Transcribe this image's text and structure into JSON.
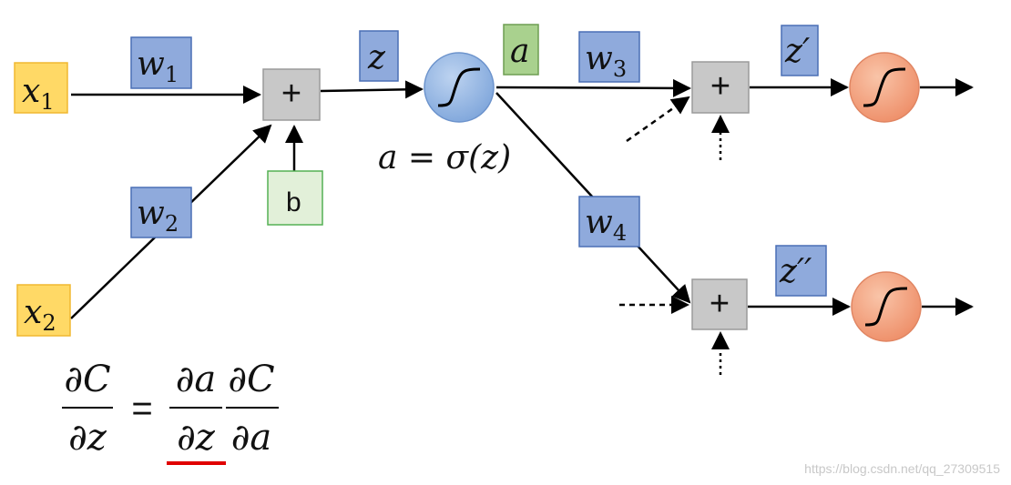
{
  "nodes": {
    "x1": {
      "label": "x",
      "sub": "1"
    },
    "x2": {
      "label": "x",
      "sub": "2"
    },
    "w1": {
      "label": "w",
      "sub": "1"
    },
    "w2": {
      "label": "w",
      "sub": "2"
    },
    "w3": {
      "label": "w",
      "sub": "3"
    },
    "w4": {
      "label": "w",
      "sub": "4"
    },
    "z": {
      "label": "z"
    },
    "a": {
      "label": "a"
    },
    "b": {
      "label": "b"
    },
    "zprime": {
      "label": "z′"
    },
    "zdouble": {
      "label": "z′′"
    },
    "sum_symbol": "+"
  },
  "equations": {
    "activation": "a = σ(z)",
    "chain_lhs_num": "∂C",
    "chain_lhs_den": "∂z",
    "equals": "=",
    "chain_r1_num": "∂a",
    "chain_r1_den": "∂z",
    "chain_r2_num": "∂C",
    "chain_r2_den": "∂a"
  },
  "watermark": "https://blog.csdn.net/qq_27309515",
  "colors": {
    "input_fill": "#FFD966",
    "input_border": "#F0B830",
    "weight_fill": "#8FAADC",
    "weight_border": "#4A6FB5",
    "a_fill": "#A9D18E",
    "a_border": "#6E9E52",
    "bias_fill": "#E2F0D9",
    "bias_border": "#54B054",
    "sum_fill": "#C8C8C8",
    "sum_border": "#9A9A9A",
    "sigmoid_blue": "#8FB4E3",
    "sigmoid_orange": "#F4A582",
    "underline": "#E00000"
  }
}
